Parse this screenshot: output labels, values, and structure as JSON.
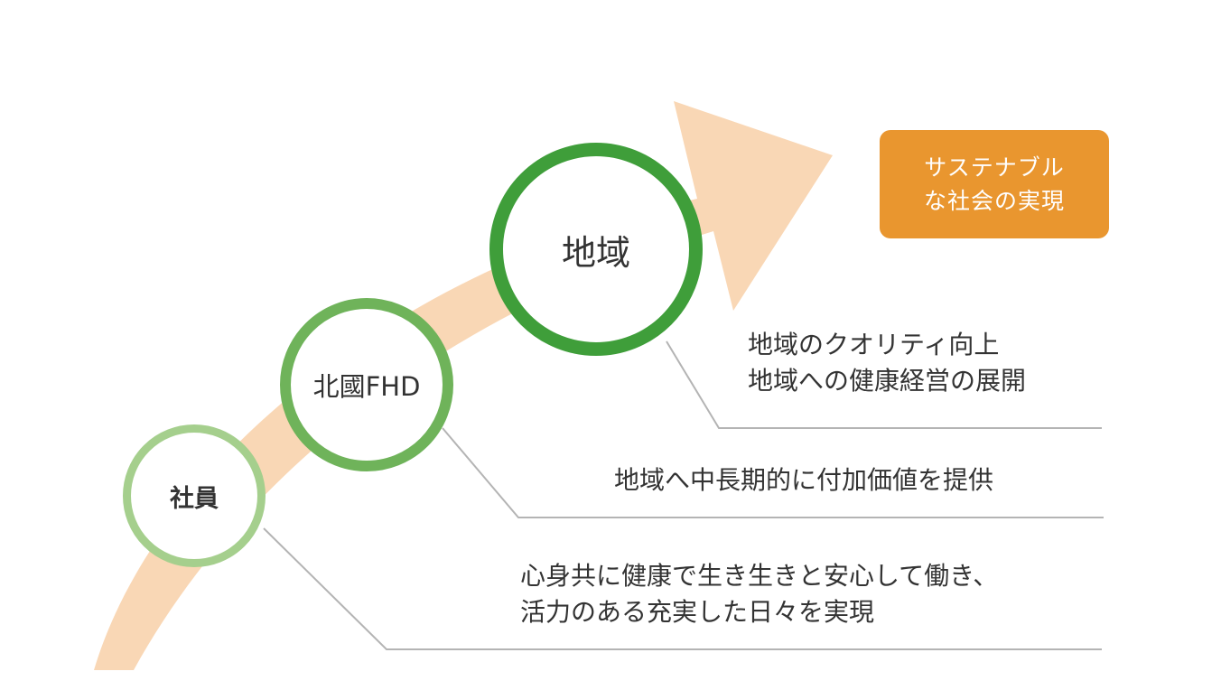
{
  "circles": {
    "employee": {
      "label": "社員"
    },
    "company": {
      "label": "北國FHD"
    },
    "region": {
      "label": "地域"
    }
  },
  "goal": {
    "line1": "サステナブル",
    "line2": "な社会の実現"
  },
  "descriptions": {
    "region": [
      "地域のクオリティ向上",
      "地域への健康経営の展開"
    ],
    "company": [
      "地域へ中長期的に付加価値を提供"
    ],
    "employee": [
      "心身共に健康で生き生きと安心して働き、",
      "活力のある充実した日々を実現"
    ]
  },
  "colors": {
    "arrow": "#f9d7b5",
    "employee_ring": "#a5cf8d",
    "company_ring": "#6fb35a",
    "region_ring": "#3f9e3a",
    "goal_box": "#e9962f",
    "leader_line": "#b4b4b4"
  }
}
